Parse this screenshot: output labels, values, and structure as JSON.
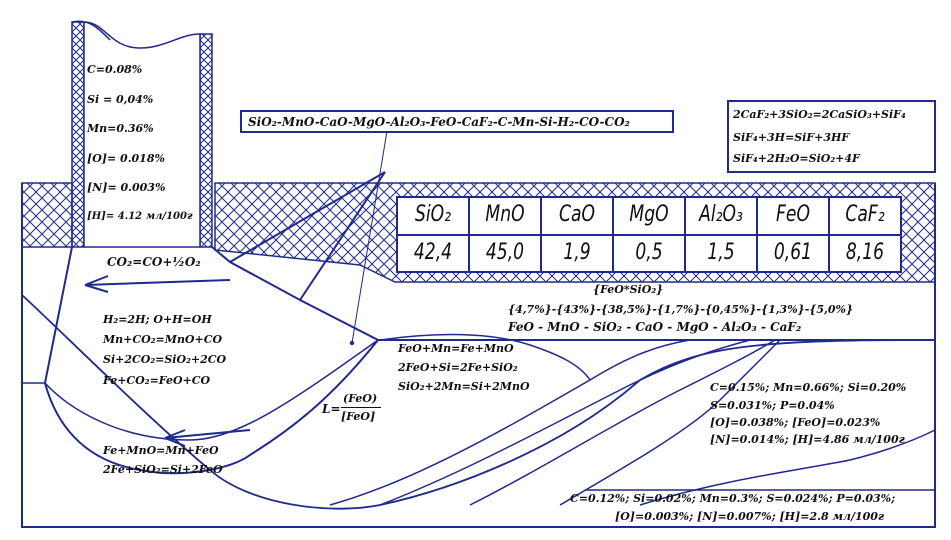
{
  "electrode": {
    "c": "C=0.08%",
    "si": "Si = 0,04%",
    "mn": "Mn=0.36%",
    "o": "[O]= 0.018%",
    "n": "[N]= 0.003%",
    "h": "[H]= 4.12 мл/100г"
  },
  "system_formula": "SiO₂-MnO-CaO-MgO-Al₂O₃-FeO-CaF₂-C-Mn-Si-H₂-CO-CO₂",
  "fluoride_reactions": [
    "2CaF₂+3SiO₂=2CaSiO₃+SiF₄",
    "SiF₄+3H=SiF+3HF",
    "SiF₄+2H₂O=SiO₂+4F"
  ],
  "slag_table": {
    "headers": [
      "SiO₂",
      "MnO",
      "CaO",
      "MgO",
      "Al₂O₃",
      "FeO",
      "CaF₂"
    ],
    "values": [
      "42,4",
      "45,0",
      "1,9",
      "0,5",
      "1,5",
      "0,61",
      "8,16"
    ]
  },
  "feo_sio2": "{FeO*SiO₂}",
  "slag_percent_line": "{4,7%}-{43%}-{38,5%}-{1,7%}-{0,45%}-{1,3%}-{5,0%}",
  "slag_oxide_line": "FeO  -  MnO  -  SiO₂  -  CaO  -  MgO  - Al₂O₃ - CaF₂",
  "co2_reaction": "CO₂=CO+½O₂",
  "gas_reactions": [
    "H₂=2H; O+H=OH",
    "Mn+CO₂=MnO+CO",
    "Si+2CO₂=SiO₂+2CO",
    "Fe+CO₂=FeO+CO"
  ],
  "metal_slag_reactions": [
    "FeO+Mn=Fe+MnO",
    "2FeO+Si=2Fe+SiO₂",
    "SiO₂+2Mn=Si+2MnO"
  ],
  "partition": {
    "lhs": "L=",
    "numerator": "(FeO)",
    "denominator": "[FeO]"
  },
  "pool_reactions": [
    "Fe+MnO=Mn+FeO",
    "2Fe+SiO₂=Si+2FeO"
  ],
  "weld_metal": [
    "C=0.15%; Mn=0.66%; Si=0.20%",
    "S=0.031%; P=0.04%",
    "[O]=0.038%; [FeO]=0.023%",
    "[N]=0.014%; [H]=4.86 мл/100г"
  ],
  "base_metal": [
    "C=0.12%; Si=0.02%; Mn=0.3%; S=0.024%; P=0.03%;",
    "[O]=0.003%; [N]=0.007%; [H]=2.8 мл/100г"
  ],
  "colors": {
    "line": "#1f2a8c",
    "text": "#101010"
  }
}
